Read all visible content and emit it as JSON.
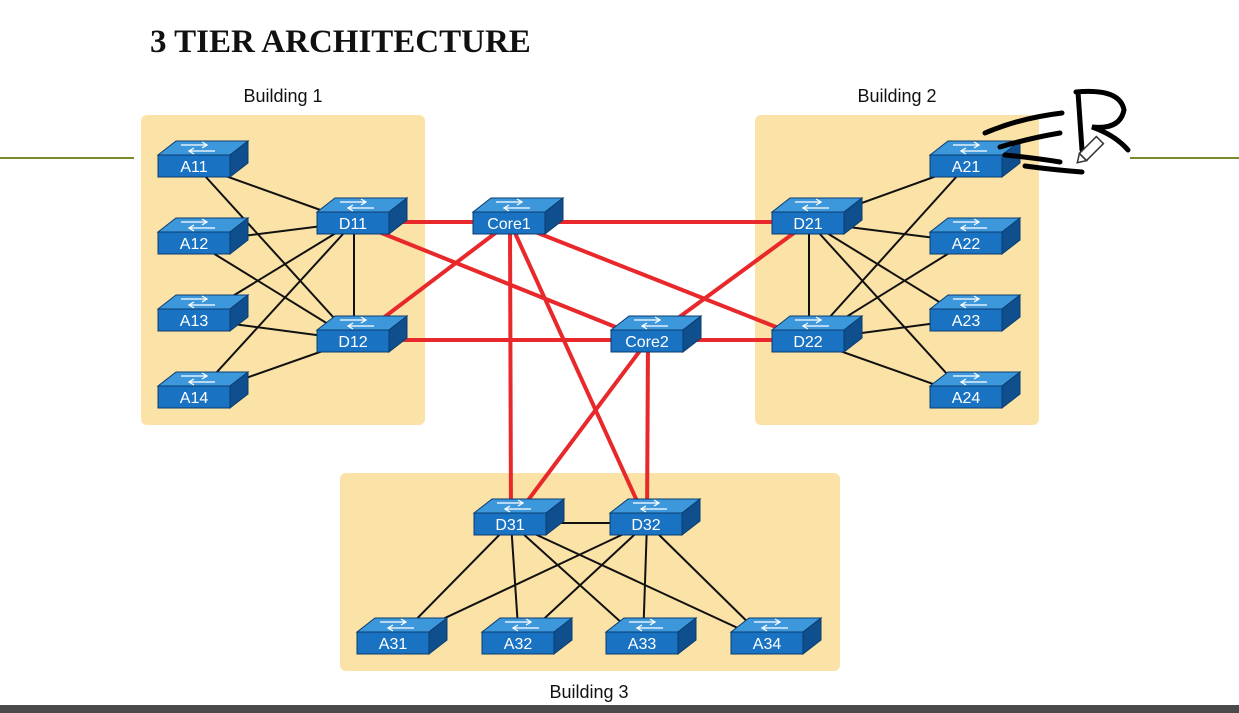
{
  "title": "3 TIER ARCHITECTURE",
  "colors": {
    "building_fill": "#fbe2a6",
    "switch_front": "#1a73c2",
    "switch_top": "#3d97db",
    "switch_side": "#0f4f8d",
    "core_link": "#e8282b",
    "access_link": "#111111",
    "rule": "#7a8a2e"
  },
  "buildings": [
    {
      "id": "b1",
      "label": "Building 1"
    },
    {
      "id": "b2",
      "label": "Building 2"
    },
    {
      "id": "b3",
      "label": "Building 3"
    }
  ],
  "switches": [
    {
      "id": "A11",
      "label": "A11"
    },
    {
      "id": "A12",
      "label": "A12"
    },
    {
      "id": "A13",
      "label": "A13"
    },
    {
      "id": "A14",
      "label": "A14"
    },
    {
      "id": "D11",
      "label": "D11"
    },
    {
      "id": "D12",
      "label": "D12"
    },
    {
      "id": "Core1",
      "label": "Core1"
    },
    {
      "id": "Core2",
      "label": "Core2"
    },
    {
      "id": "D21",
      "label": "D21"
    },
    {
      "id": "D22",
      "label": "D22"
    },
    {
      "id": "A21",
      "label": "A21"
    },
    {
      "id": "A22",
      "label": "A22"
    },
    {
      "id": "A23",
      "label": "A23"
    },
    {
      "id": "A24",
      "label": "A24"
    },
    {
      "id": "D31",
      "label": "D31"
    },
    {
      "id": "D32",
      "label": "D32"
    },
    {
      "id": "A31",
      "label": "A31"
    },
    {
      "id": "A32",
      "label": "A32"
    },
    {
      "id": "A33",
      "label": "A33"
    },
    {
      "id": "A34",
      "label": "A34"
    }
  ],
  "links": {
    "core": [
      [
        "D11",
        "Core1"
      ],
      [
        "D11",
        "Core2"
      ],
      [
        "D12",
        "Core1"
      ],
      [
        "D12",
        "Core2"
      ],
      [
        "D21",
        "Core1"
      ],
      [
        "D21",
        "Core2"
      ],
      [
        "D22",
        "Core1"
      ],
      [
        "D22",
        "Core2"
      ],
      [
        "D31",
        "Core1"
      ],
      [
        "D31",
        "Core2"
      ],
      [
        "D32",
        "Core1"
      ],
      [
        "D32",
        "Core2"
      ]
    ],
    "access": [
      [
        "D11",
        "D12"
      ],
      [
        "D21",
        "D22"
      ],
      [
        "D31",
        "D32"
      ],
      [
        "A11",
        "D11"
      ],
      [
        "A11",
        "D12"
      ],
      [
        "A12",
        "D11"
      ],
      [
        "A12",
        "D12"
      ],
      [
        "A13",
        "D11"
      ],
      [
        "A13",
        "D12"
      ],
      [
        "A14",
        "D11"
      ],
      [
        "A14",
        "D12"
      ],
      [
        "A21",
        "D21"
      ],
      [
        "A21",
        "D22"
      ],
      [
        "A22",
        "D21"
      ],
      [
        "A22",
        "D22"
      ],
      [
        "A23",
        "D21"
      ],
      [
        "A23",
        "D22"
      ],
      [
        "A24",
        "D21"
      ],
      [
        "A24",
        "D22"
      ],
      [
        "A31",
        "D31"
      ],
      [
        "A31",
        "D32"
      ],
      [
        "A32",
        "D31"
      ],
      [
        "A32",
        "D32"
      ],
      [
        "A33",
        "D31"
      ],
      [
        "A33",
        "D32"
      ],
      [
        "A34",
        "D31"
      ],
      [
        "A34",
        "D32"
      ]
    ]
  },
  "annotation": {
    "name": "handwritten-scribble"
  }
}
